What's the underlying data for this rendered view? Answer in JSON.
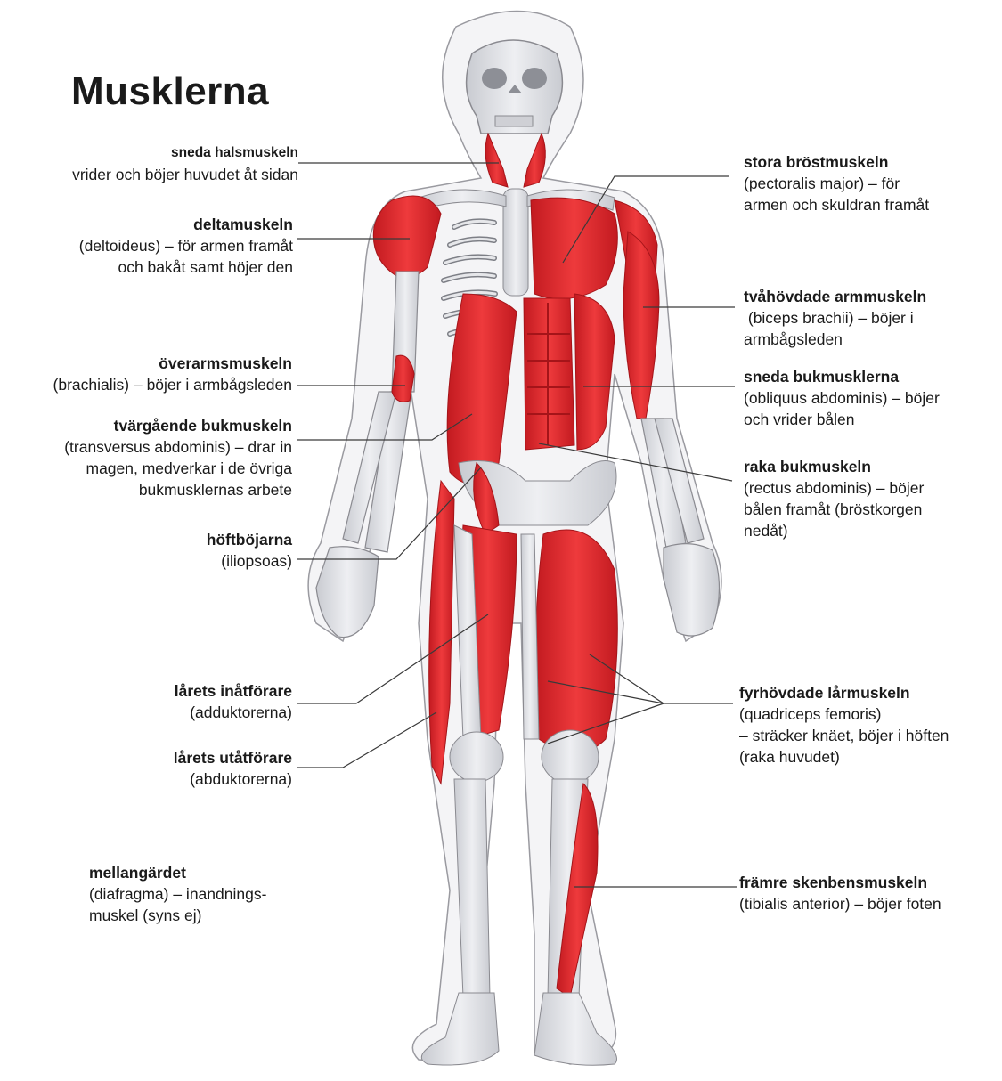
{
  "title": "Musklerna",
  "colors": {
    "muscle": "#e3262b",
    "muscle_dark": "#b5161b",
    "bone": "#dedfe3",
    "bone_edge": "#8a8a90",
    "text": "#1a1a1a"
  },
  "labels": {
    "halsmuskeln": {
      "name": "sneda halsmuskeln",
      "lines": [
        "vrider och böjer huvudet åt sidan"
      ]
    },
    "deltamuskeln": {
      "name": "deltamuskeln",
      "lines": [
        "(deltoideus) – för armen framåt",
        "och bakåt samt  höjer den"
      ]
    },
    "overarmsmuskeln": {
      "name": "överarmsmuskeln",
      "lines": [
        "(brachialis) – böjer i armbågsleden"
      ]
    },
    "tvargaende": {
      "name": "tvärgående bukmuskeln",
      "lines": [
        "(transversus abdominis) – drar in",
        "magen, medverkar i de övriga",
        "bukmusklernas arbete"
      ]
    },
    "hoftbojarna": {
      "name": "höftböjarna",
      "lines": [
        "(iliopsoas)"
      ]
    },
    "inatforare": {
      "name": "lårets inåtförare",
      "lines": [
        "(adduktorerna)"
      ]
    },
    "utatforare": {
      "name": "lårets utåtförare",
      "lines": [
        "(abduktorerna)"
      ]
    },
    "mellangardet": {
      "name": "mellangärdet",
      "lines": [
        "(diafragma) – inandnings-",
        "muskel   (syns ej)"
      ]
    },
    "brostmuskeln": {
      "name": "stora bröstmuskeln",
      "lines": [
        "(pectoralis major) – för",
        "armen och skuldran framåt"
      ]
    },
    "armmuskeln": {
      "name": "tvåhövdade armmuskeln",
      "lines": [
        " (biceps brachii) – böjer i",
        "armbågsleden"
      ]
    },
    "bukmusklerna": {
      "name": "sneda bukmusklerna",
      "lines": [
        "(obliquus abdominis) – böjer",
        "och vrider bålen"
      ]
    },
    "rakabuk": {
      "name": "raka bukmuskeln",
      "lines": [
        "(rectus abdominis) – böjer",
        "bålen framåt (bröstkorgen",
        "nedåt)"
      ]
    },
    "lårmuskeln": {
      "name": "fyrhövdade lårmuskeln",
      "lines": [
        "(quadriceps femoris)",
        "– sträcker knäet, böjer i höften",
        "(raka huvudet)"
      ]
    },
    "skenben": {
      "name": "främre skenbensmuskeln",
      "lines": [
        "(tibialis anterior) – böjer foten"
      ]
    }
  }
}
